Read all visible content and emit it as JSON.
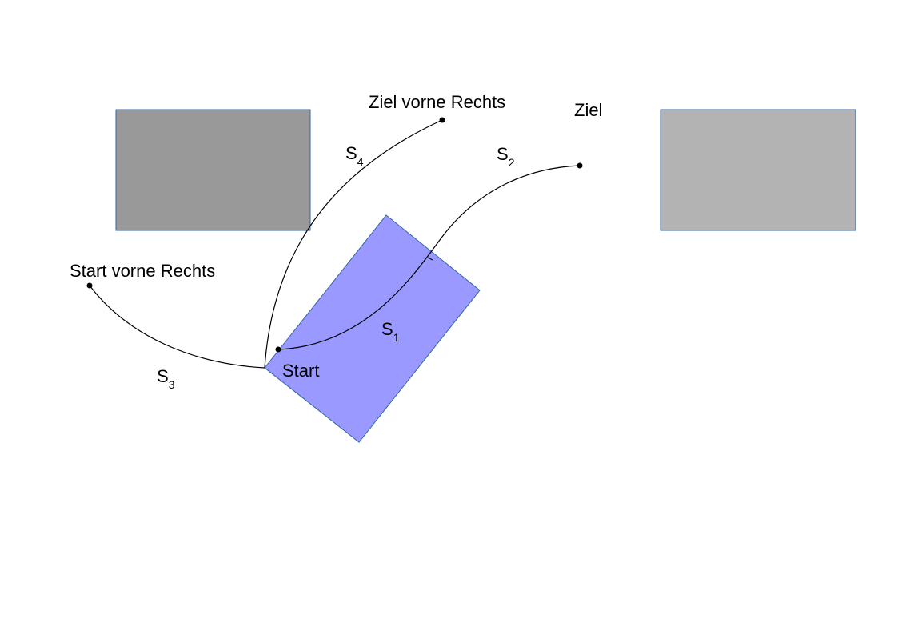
{
  "diagram": {
    "colors": {
      "parked_car_left": "#999999",
      "parked_car_right": "#b3b3b3",
      "vehicle": "#9999ff",
      "outline": "#3465a4",
      "path": "#000000"
    },
    "labels": {
      "start": "Start",
      "goal": "Ziel",
      "start_front_right": "Start vorne Rechts",
      "goal_front_right": "Ziel vorne Rechts"
    },
    "segments": [
      {
        "letter": "S",
        "index": "1"
      },
      {
        "letter": "S",
        "index": "2"
      },
      {
        "letter": "S",
        "index": "3"
      },
      {
        "letter": "S",
        "index": "4"
      }
    ]
  }
}
